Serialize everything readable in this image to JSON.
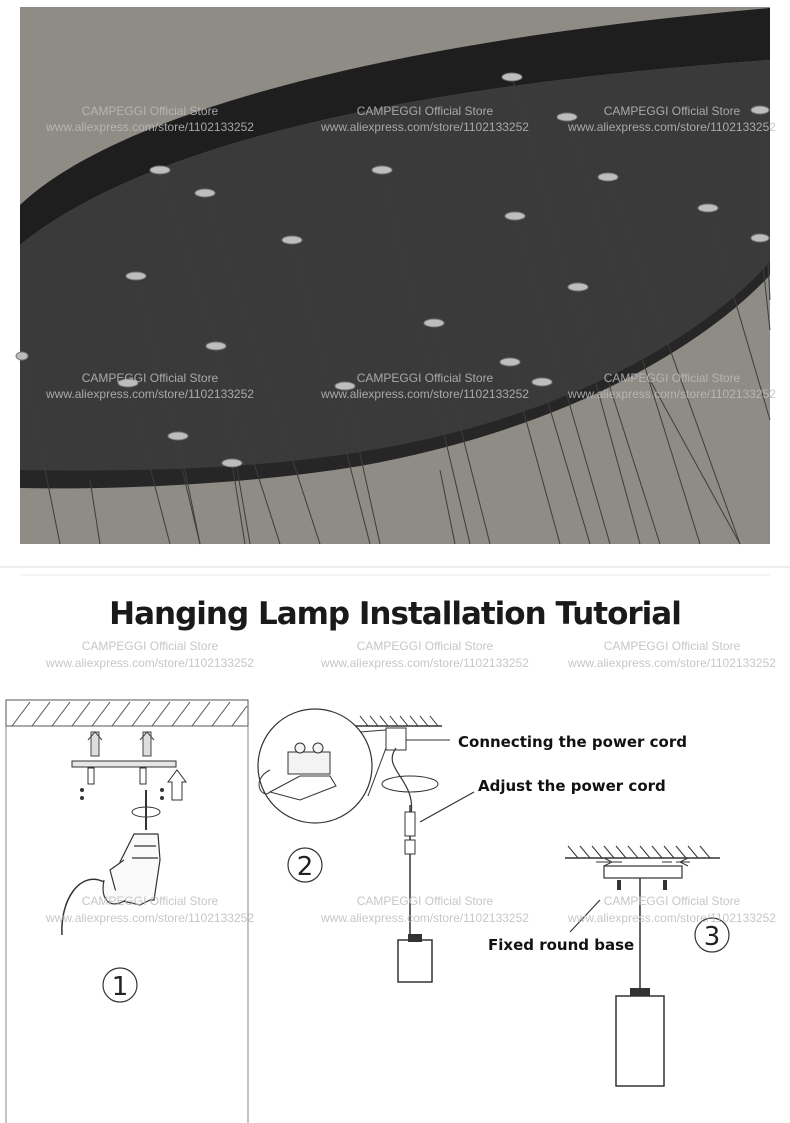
{
  "title": "Hanging Lamp Installation Tutorial",
  "labels": {
    "connect": "Connecting the power cord",
    "adjust": "Adjust the power cord",
    "base": "Fixed round base"
  },
  "steps": {
    "one": "1",
    "two": "2",
    "three": "3"
  },
  "watermark": {
    "store": "CAMPEGGI Official Store",
    "url": "www.aliexpress.com/store/1102133252"
  },
  "colors": {
    "disc": "#2b2b2b",
    "background": "#8f8b85",
    "text": "#111111"
  }
}
